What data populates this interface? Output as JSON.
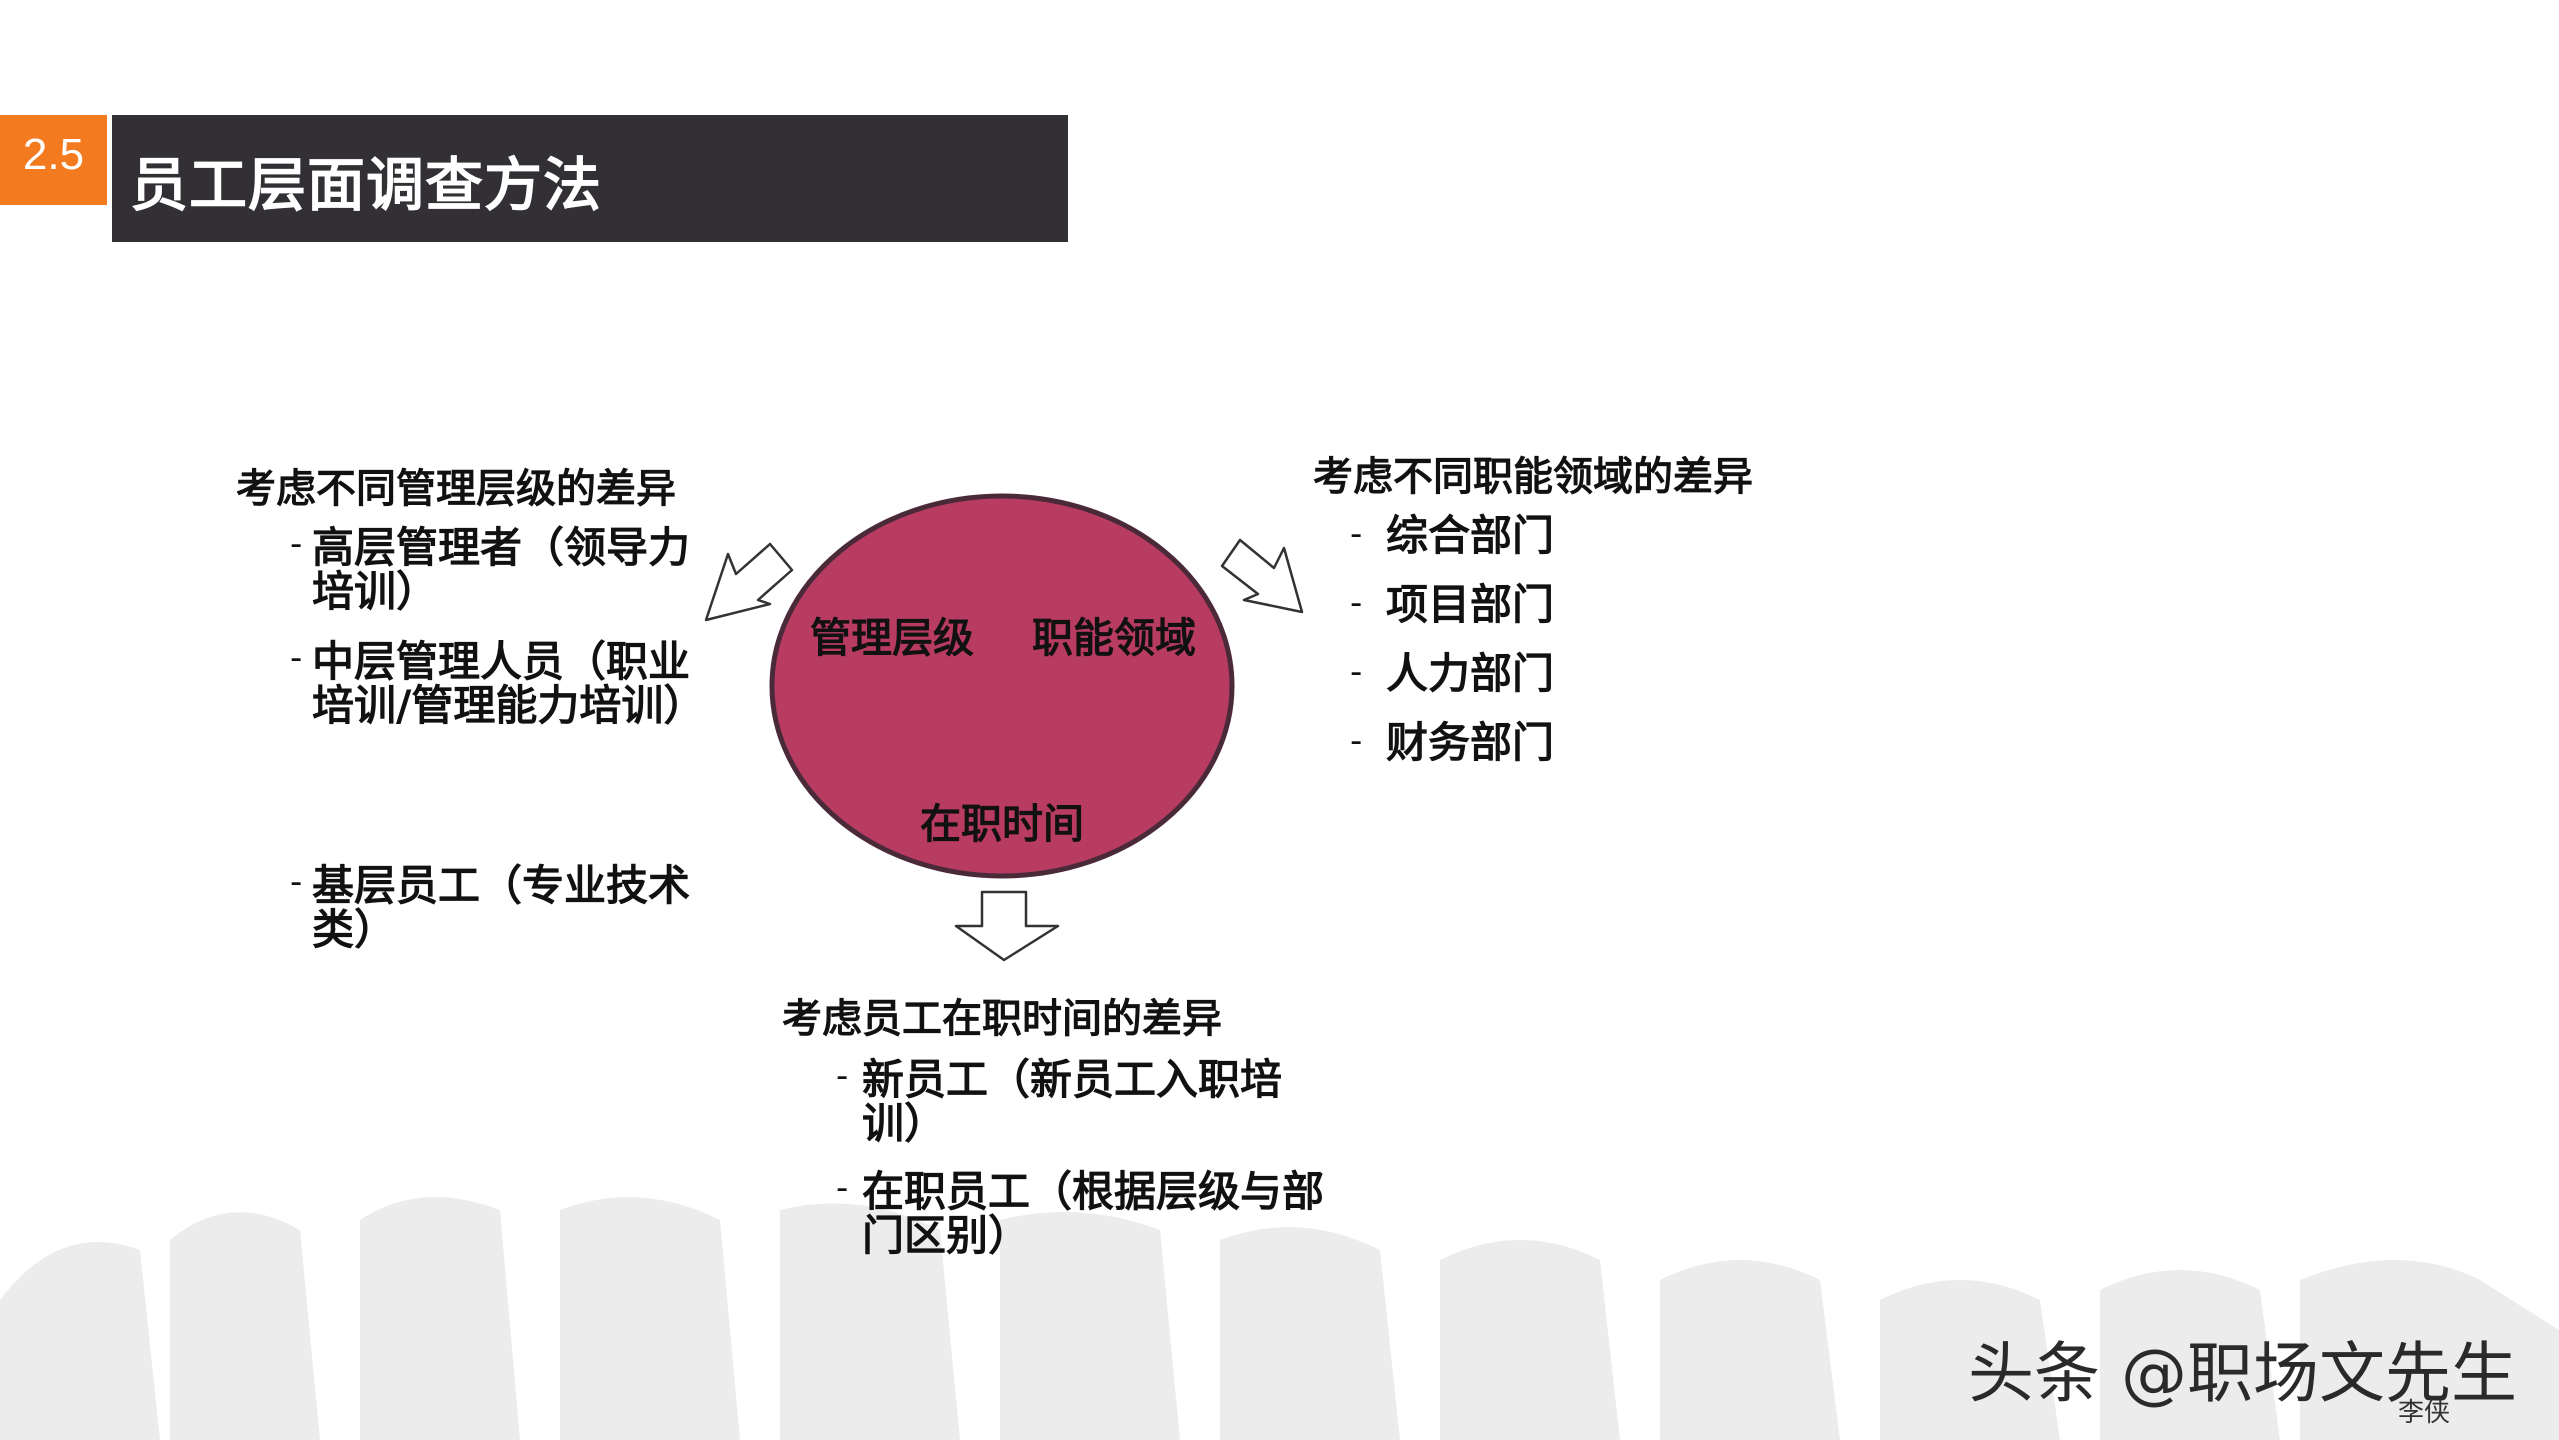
{
  "header": {
    "number": "2.5",
    "title": "员工层面调查方法"
  },
  "diagram": {
    "circle_labels": {
      "management": "管理层级",
      "function": "职能领域",
      "tenure": "在职时间"
    },
    "left": {
      "heading": "考虑不同管理层级的差异",
      "items": [
        "高层管理者（领导力培训）",
        "中层管理人员（职业培训/管理能力培训）",
        "基层员工（专业技术类）"
      ]
    },
    "right": {
      "heading": "考虑不同职能领域的差异",
      "items": [
        "综合部门",
        "项目部门",
        "人力部门",
        "财务部门"
      ]
    },
    "bottom": {
      "heading": "考虑员工在职时间的差异",
      "items": [
        "新员工（新员工入职培训）",
        "在职员工（根据层级与部门区别）"
      ]
    }
  },
  "watermark": {
    "text": "头条 @职场文先生",
    "sub": "李侠"
  },
  "colors": {
    "accent": "#f47a20",
    "title_bar": "#323034",
    "circle_fill": "#b83b62",
    "circle_stroke": "#4a2a38"
  },
  "icons": [
    "arrow-up-left-icon",
    "arrow-up-right-icon",
    "arrow-down-icon"
  ]
}
